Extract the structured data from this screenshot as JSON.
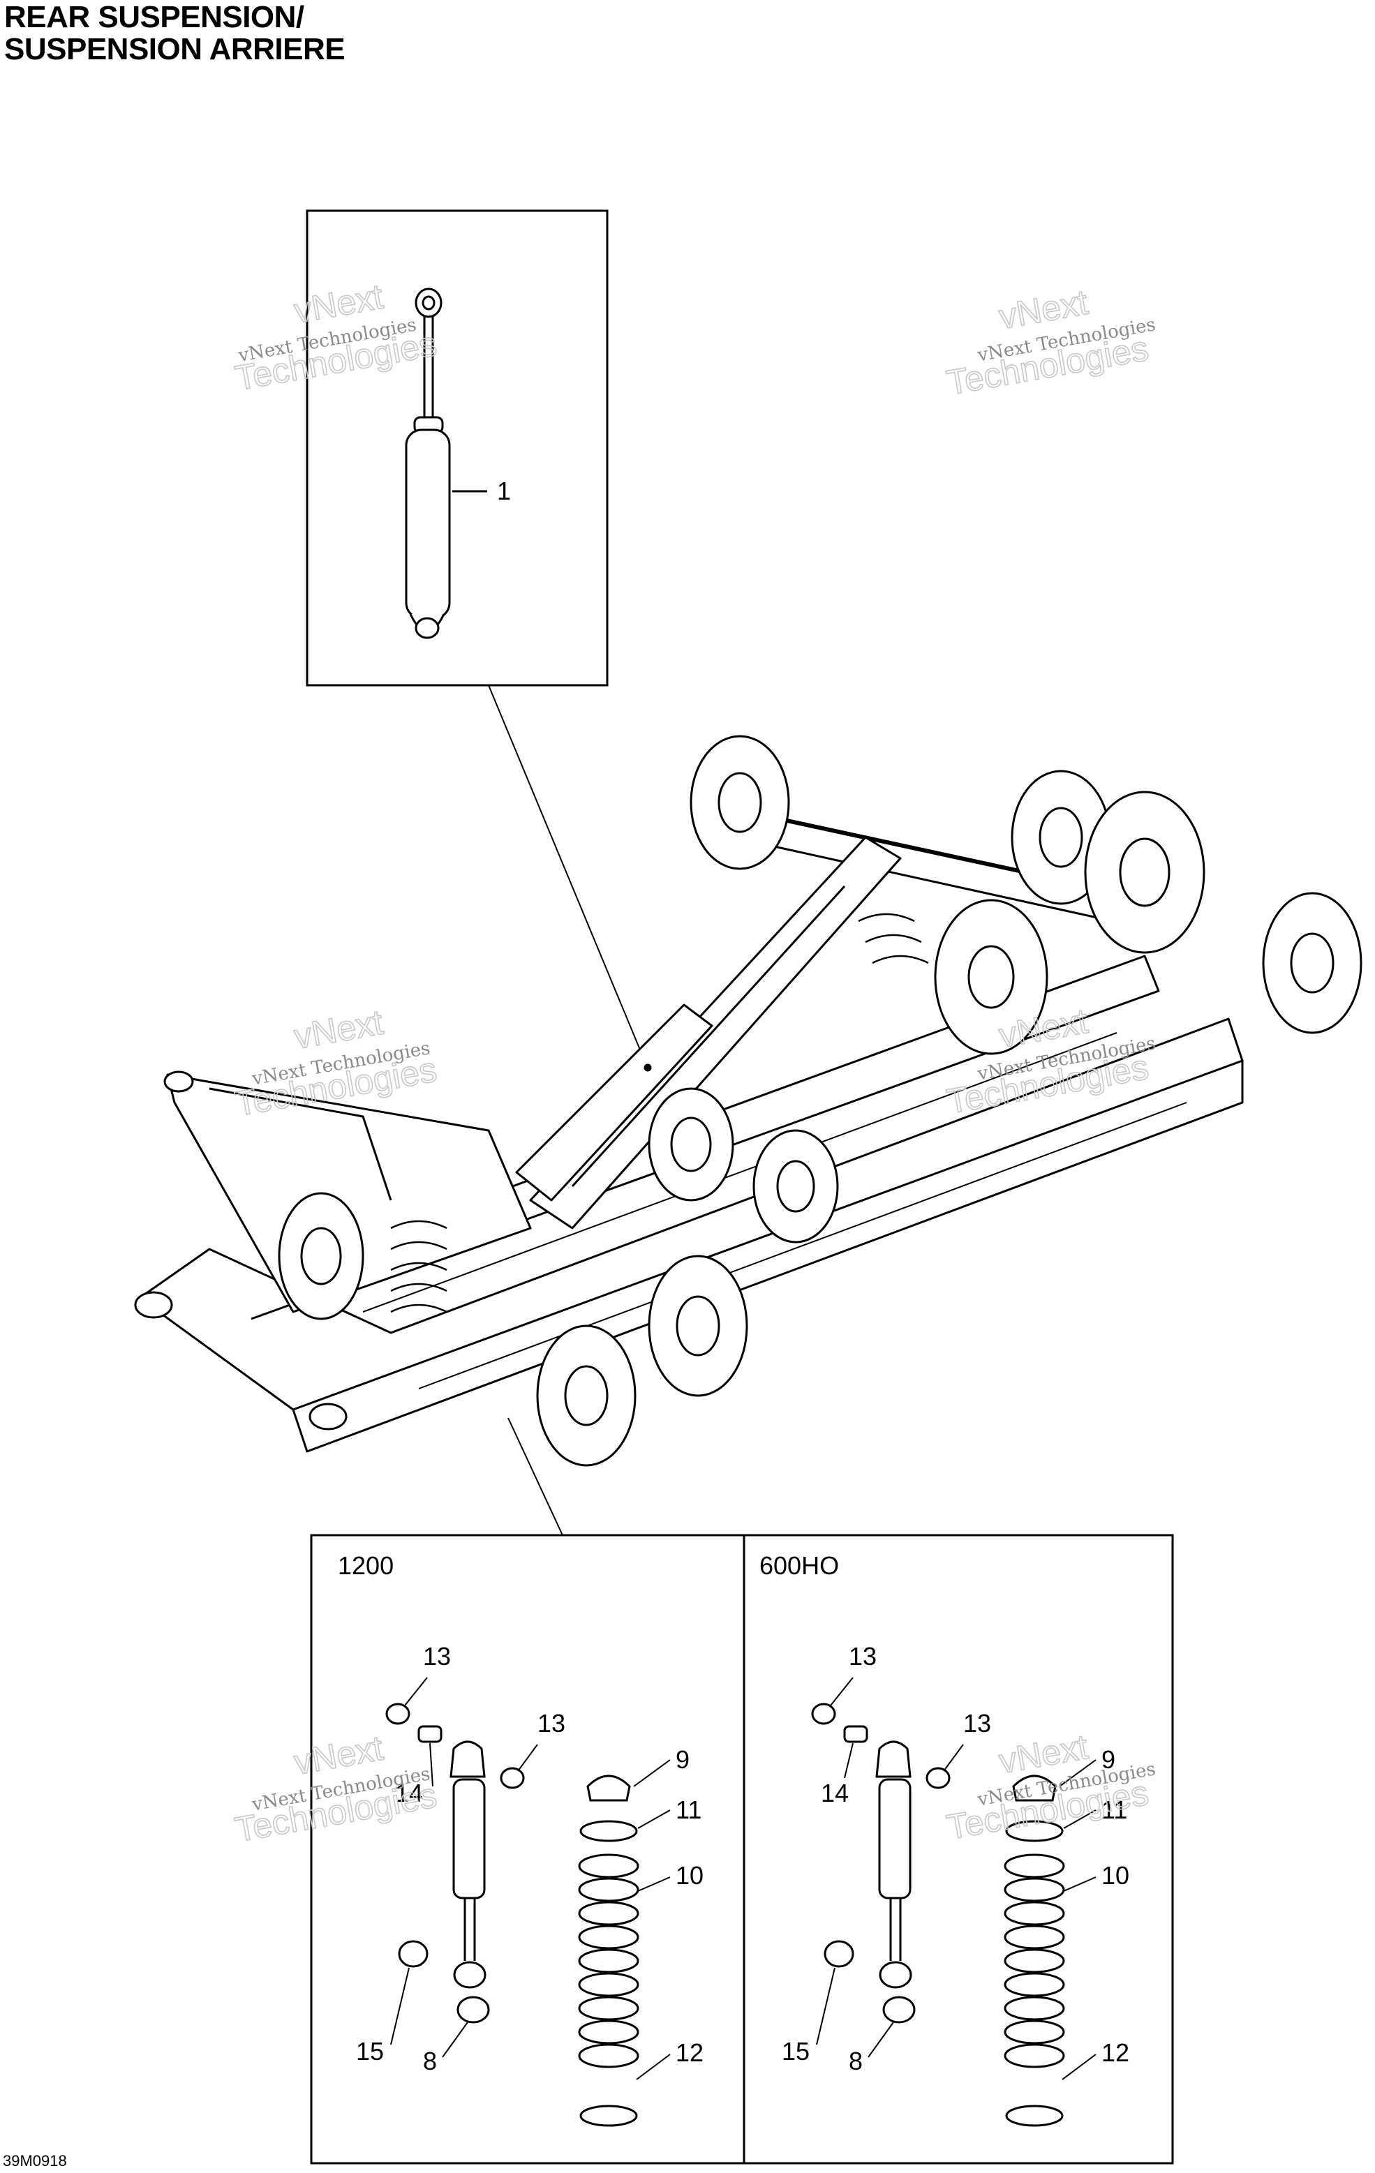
{
  "title": {
    "line1": "REAR SUSPENSION/",
    "line2": "SUSPENSION ARRIERE"
  },
  "reference": "39M0918",
  "panels": {
    "left_variant": "1200",
    "right_variant": "600HO"
  },
  "callouts": {
    "top": [
      "1"
    ],
    "left": [
      "13",
      "13",
      "14",
      "9",
      "11",
      "10",
      "15",
      "8",
      "12"
    ],
    "right": [
      "13",
      "13",
      "14",
      "9",
      "11",
      "10",
      "15",
      "8",
      "12"
    ]
  },
  "watermark": {
    "line1": "vNext Technologies",
    "line2": "vNext",
    "line3": "Technologies"
  },
  "colors": {
    "line": "#000000",
    "watermark": "#8a8a8a"
  }
}
